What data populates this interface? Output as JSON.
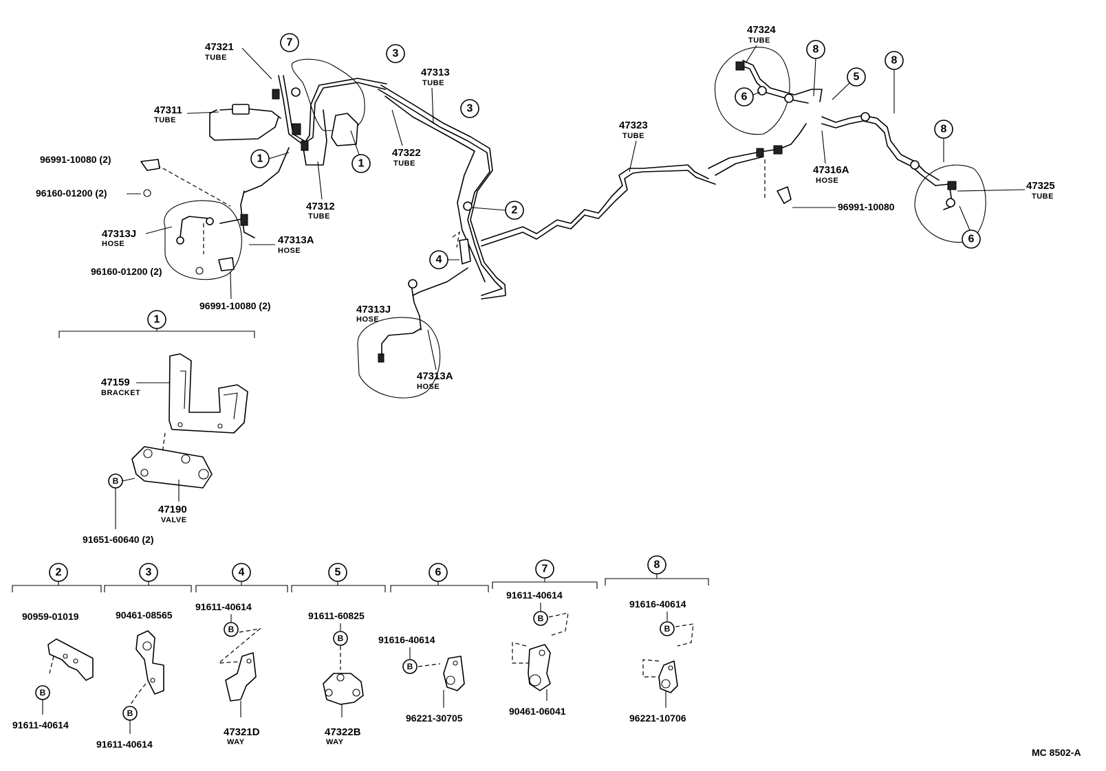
{
  "figure_code": "MC  8502-A",
  "bolt_symbol": "B",
  "labels": {
    "p47321": "47321",
    "p47321_sub": "TUBE",
    "p47311": "47311",
    "p47311_sub": "TUBE",
    "p47312": "47312",
    "p47312_sub": "TUBE",
    "p47313": "47313",
    "p47313_sub": "TUBE",
    "p47322": "47322",
    "p47322_sub": "TUBE",
    "p47323": "47323",
    "p47323_sub": "TUBE",
    "p47324": "47324",
    "p47324_sub": "TUBE",
    "p47325": "47325",
    "p47325_sub": "TUBE",
    "p47316A": "47316A",
    "p47316A_sub": "HOSE",
    "p47313J_a": "47313J",
    "p47313J_a_sub": "HOSE",
    "p47313A_a": "47313A",
    "p47313A_a_sub": "HOSE",
    "p47313J_b": "47313J",
    "p47313J_b_sub": "HOSE",
    "p47313A_b": "47313A",
    "p47313A_b_sub": "HOSE",
    "clip_a": "96991-10080 (2)",
    "washer_a": "96160-01200 (2)",
    "washer_b": "96160-01200 (2)",
    "clip_b": "96991-10080 (2)",
    "clip_c": "96991-10080",
    "p47159": "47159",
    "p47159_sub": "BRACKET",
    "p47190": "47190",
    "p47190_sub": "VALVE",
    "bolt_91651": "91651-60640 (2)"
  },
  "callouts": [
    "1",
    "2",
    "3",
    "4",
    "5",
    "6",
    "7",
    "8"
  ],
  "detail_groups": [
    {
      "num": "2",
      "parts": [
        "90959-01019",
        "91611-40614"
      ]
    },
    {
      "num": "3",
      "parts": [
        "90461-08565",
        "91611-40614"
      ]
    },
    {
      "num": "4",
      "parts": [
        "91611-40614",
        "47321D"
      ],
      "sub": "WAY"
    },
    {
      "num": "5",
      "parts": [
        "91611-60825",
        "47322B"
      ],
      "sub": "WAY"
    },
    {
      "num": "6",
      "parts": [
        "91616-40614",
        "96221-30705"
      ]
    },
    {
      "num": "7",
      "parts": [
        "91611-40614",
        "90461-06041"
      ]
    },
    {
      "num": "8",
      "parts": [
        "91616-40614",
        "96221-10706"
      ]
    }
  ]
}
